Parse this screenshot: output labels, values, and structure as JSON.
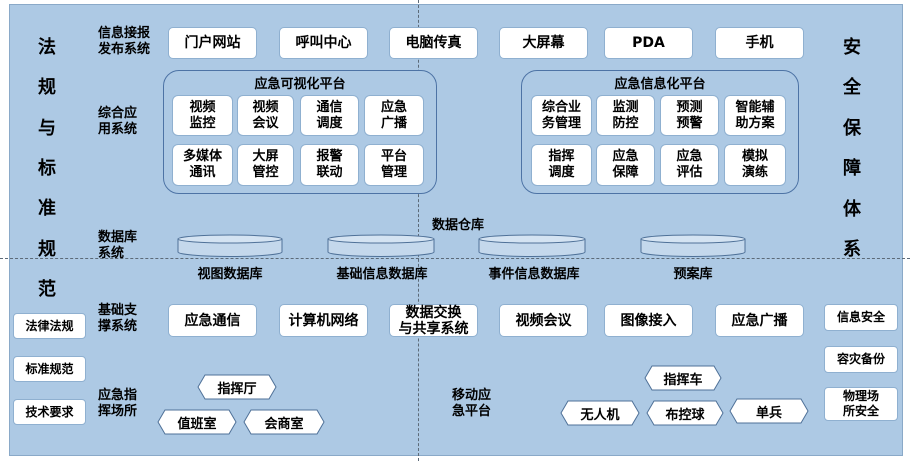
{
  "left_column": {
    "chars": [
      "法",
      "规",
      "与",
      "标",
      "准",
      "规",
      "范"
    ]
  },
  "right_column": {
    "chars": [
      "安",
      "全",
      "保",
      "障",
      "体",
      "系"
    ]
  },
  "rows": {
    "publish": {
      "label": "信息接报\n发布系统",
      "items": [
        "门户网站",
        "呼叫中心",
        "电脑传真",
        "大屏幕",
        "PDA",
        "手机"
      ]
    },
    "comprehensive": {
      "label": "综合应\n用系统"
    },
    "database": {
      "label": "数据库\n系统",
      "warehouse": "数据仓库"
    },
    "support": {
      "label": "基础支\n撑系统",
      "items": [
        "应急通信",
        "计算机网络",
        "数据交换\n与共享系统",
        "视频会议",
        "图像接入",
        "应急广播"
      ]
    },
    "command_site": {
      "label": "应急指\n挥场所"
    },
    "mobile": {
      "label": "移动应\n急平台"
    }
  },
  "visual_platform": {
    "title": "应急可视化平台",
    "cells": [
      "视频\n监控",
      "视频\n会议",
      "通信\n调度",
      "应急\n广播",
      "多媒体\n通讯",
      "大屏\n管控",
      "报警\n联动",
      "平台\n管理"
    ]
  },
  "info_platform": {
    "title": "应急信息化平台",
    "cells": [
      "综合业\n务管理",
      "监测\n防控",
      "预测\n预警",
      "智能辅\n助方案",
      "指挥\n调度",
      "应急\n保障",
      "应急\n评估",
      "模拟\n演练"
    ]
  },
  "databases": [
    "视图数据库",
    "基础信息数据库",
    "事件信息数据库",
    "预案库"
  ],
  "left_boxes": [
    "法律法规",
    "标准规范",
    "技术要求"
  ],
  "right_boxes": [
    "信息安全",
    "容灾备份",
    "物理场\n所安全"
  ],
  "command_places": [
    "指挥厅",
    "值班室",
    "会商室"
  ],
  "mobile_items": [
    "指挥车",
    "无人机",
    "布控球",
    "单兵"
  ]
}
